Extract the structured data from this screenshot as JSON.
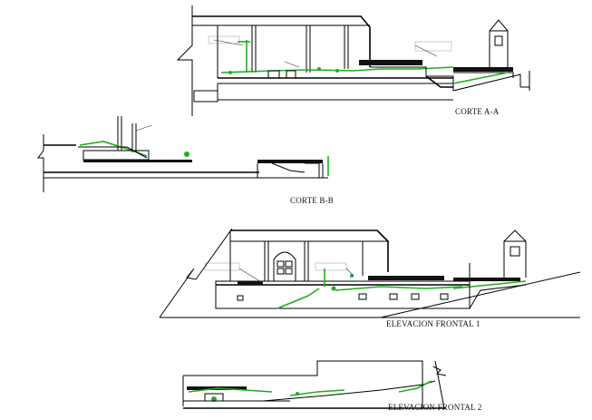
{
  "drawings": {
    "corte_aa": {
      "title": "CORTE A-A"
    },
    "corte_bb": {
      "title": "CORTE B-B"
    },
    "elevacion_frontal_1": {
      "title": "ELEVACION FRONTAL 1"
    },
    "elevacion_frontal_2": {
      "title": "ELEVACION FRONTAL 2"
    }
  },
  "colors": {
    "line": "#000000",
    "vegetation": "#1fae1f",
    "background": "#ffffff"
  }
}
